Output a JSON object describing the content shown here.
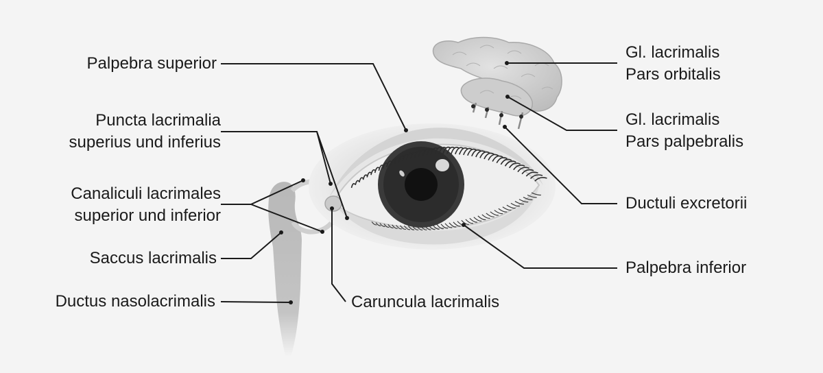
{
  "labels": {
    "palpebra_superior": "Palpebra superior",
    "puncta_line1": "Puncta lacrimalia",
    "puncta_line2": "superius und inferius",
    "canaliculi_line1": "Canaliculi lacrimales",
    "canaliculi_line2": "superior und inferior",
    "saccus": "Saccus lacrimalis",
    "ductus_nasolacrimalis": "Ductus nasolacrimalis",
    "caruncula": "Caruncula lacrimalis",
    "gl_orbitalis_line1": "Gl. lacrimalis",
    "gl_orbitalis_line2": "Pars orbitalis",
    "gl_palpebralis_line1": "Gl. lacrimalis",
    "gl_palpebralis_line2": "Pars palpebralis",
    "ductuli": "Ductuli excretorii",
    "palpebra_inferior": "Palpebra inferior"
  }
}
